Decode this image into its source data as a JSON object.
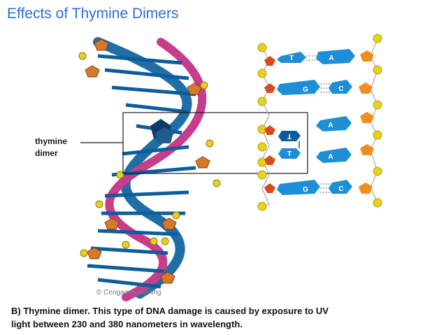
{
  "title": "Effects of Thymine Dimers",
  "label": {
    "line1": "thymine",
    "line2": "dimer"
  },
  "credit": "© Cengage Learning",
  "caption": {
    "line1": "B) Thymine dimer. This type of DNA damage is caused by exposure to UV",
    "line2": "light between 230 and 380 nanometers in wavelength."
  },
  "base_pairs": [
    {
      "left": "T",
      "right": "A",
      "paired": true
    },
    {
      "left": "G",
      "right": "C",
      "paired": true
    },
    {
      "left": "T",
      "right": "A",
      "paired": false
    },
    {
      "left": "T",
      "right": "A",
      "paired": false
    },
    {
      "left": "G",
      "right": "C",
      "paired": true
    }
  ],
  "colors": {
    "title": "#2a6fd4",
    "base_blue": "#1e8fd6",
    "base_dark": "#0d5c9c",
    "sugar_orange": "#f28c1e",
    "sugar_red": "#d64a1e",
    "phosphate_yellow": "#e6d21e",
    "backbone_pink": "#c83c8c",
    "backbone_blue": "#1f6fa6"
  }
}
